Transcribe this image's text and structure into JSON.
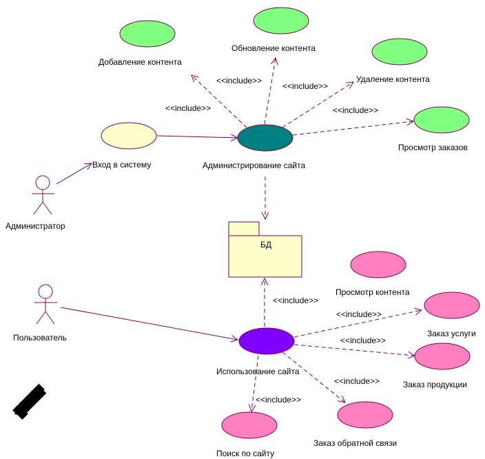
{
  "colors": {
    "admin_usecase": "#008080",
    "admin_subcase": "#80ff80",
    "login_usecase": "#ffffcc",
    "user_usecase": "#8000ff",
    "user_subcase": "#ff80c0",
    "package": "#ffffcc",
    "line": "#800040"
  },
  "actors": {
    "admin": "Администратор",
    "user": "Пользователь"
  },
  "usecases": {
    "login": "Вход в систему",
    "admin_site": "Администрирование сайта",
    "add_content": "Добавление контента",
    "update_content": "Обновление контента",
    "delete_content": "Удаление контента",
    "view_orders": "Просмотр заказов",
    "use_site": "Использование сайта",
    "view_content": "Просмотр контента",
    "order_service": "Заказ услуги",
    "order_product": "Заказ продукции",
    "feedback_order": "Заказ обратной связи",
    "site_search": "Поиск по сайту"
  },
  "package": "БД",
  "include_label": "<<include>>",
  "watermark": "репозит"
}
